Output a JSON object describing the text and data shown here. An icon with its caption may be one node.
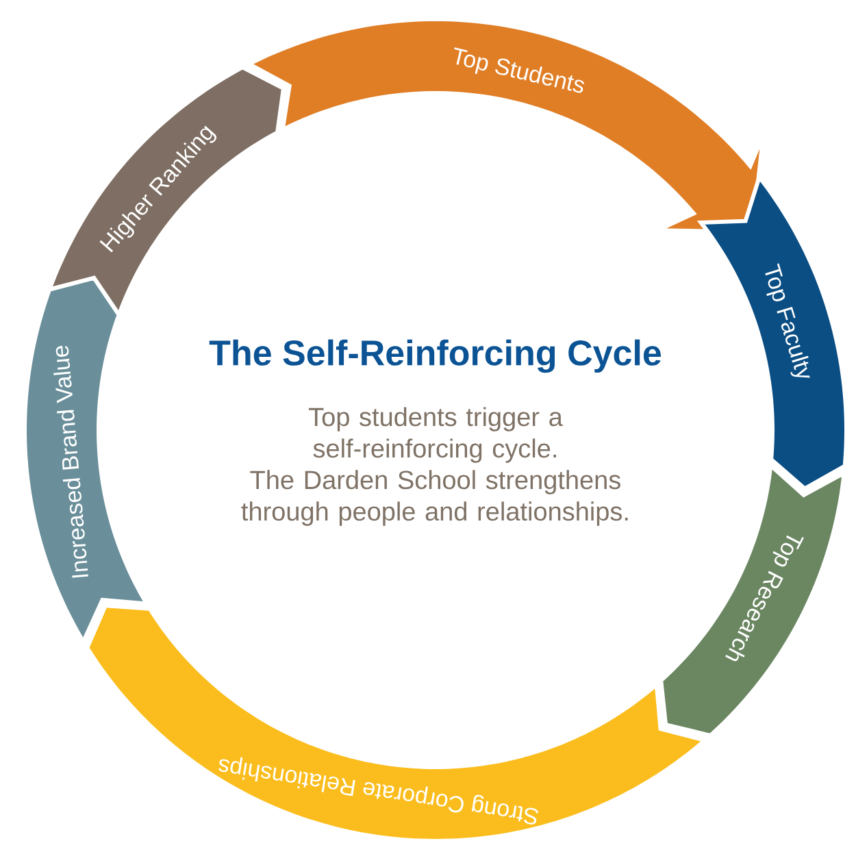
{
  "diagram": {
    "title": "The Self-Reinforcing Cycle",
    "nodes": [
      {
        "text": [
          "Higher Ranking"
        ]
      },
      {
        "text": [
          "Top Students"
        ]
      },
      {
        "text": [
          "Top Faculty"
        ]
      },
      {
        "text": [
          "Top Research"
        ]
      },
      {
        "text": [
          "Strong Corporate Relationships"
        ]
      },
      {
        "text": [
          "Increased Brand Value"
        ]
      }
    ],
    "labels": [
      "Top students trigger a self-reinforcing cycle.",
      "The Darden School strengthens through people and relationships."
    ]
  }
}
